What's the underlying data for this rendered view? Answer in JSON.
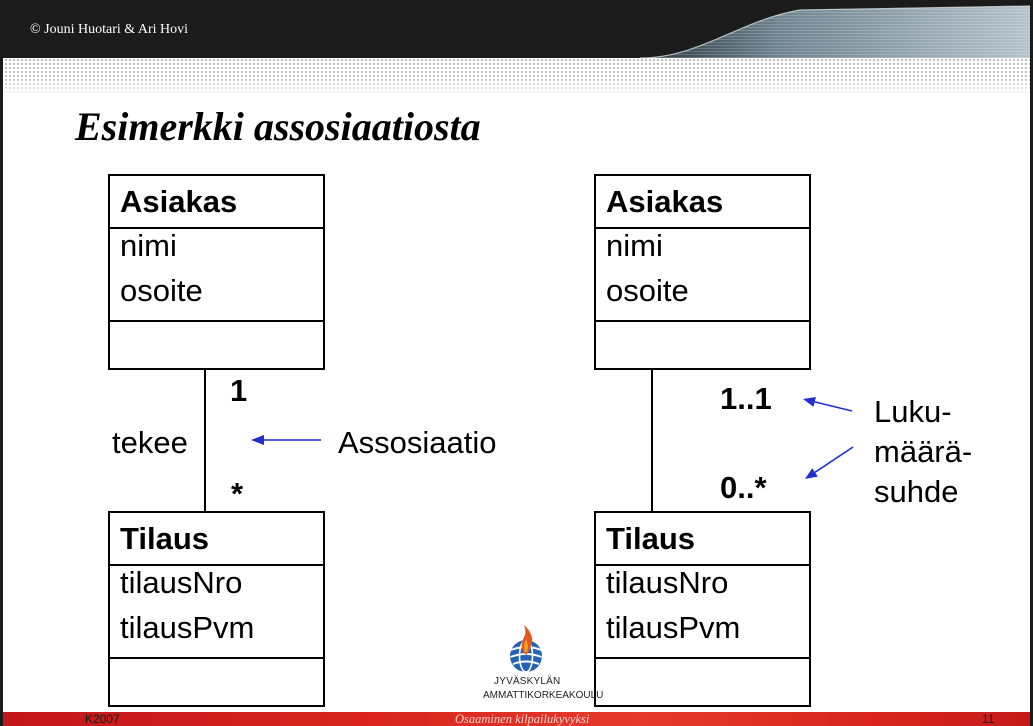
{
  "header": {
    "copyright": "© Jouni Huotari & Ari Hovi"
  },
  "slide": {
    "title": "Esimerkki assosiaatiosta"
  },
  "diagrams": {
    "left": {
      "top_class": {
        "name": "Asiakas",
        "attributes": [
          "nimi",
          "osoite"
        ]
      },
      "bottom_class": {
        "name": "Tilaus",
        "attributes": [
          "tilausNro",
          "tilausPvm"
        ]
      },
      "association_label": "tekee",
      "multiplicity_top": "1",
      "multiplicity_bottom": "*",
      "callout": "Assosiaatio"
    },
    "right": {
      "top_class": {
        "name": "Asiakas",
        "attributes": [
          "nimi",
          "osoite"
        ]
      },
      "bottom_class": {
        "name": "Tilaus",
        "attributes": [
          "tilausNro",
          "tilausPvm"
        ]
      },
      "multiplicity_top": "1..1",
      "multiplicity_bottom": "0..*",
      "callout_lines": [
        "Luku-",
        "määrä-",
        "suhde"
      ]
    }
  },
  "logo": {
    "icon": "torch-globe-logo-icon",
    "line1": "JYVÄSKYLÄN",
    "line2": "AMMATTIKORKEAKOULU"
  },
  "footer": {
    "code": "K2007",
    "slogan": "Osaaminen kilpailukyvyksi",
    "page_number": "11"
  },
  "colors": {
    "header_background": "#1b1b1b",
    "arrow": "#1f2fd2",
    "footer_background": "#d8241d",
    "slogan_text": "#f6d2ca"
  }
}
